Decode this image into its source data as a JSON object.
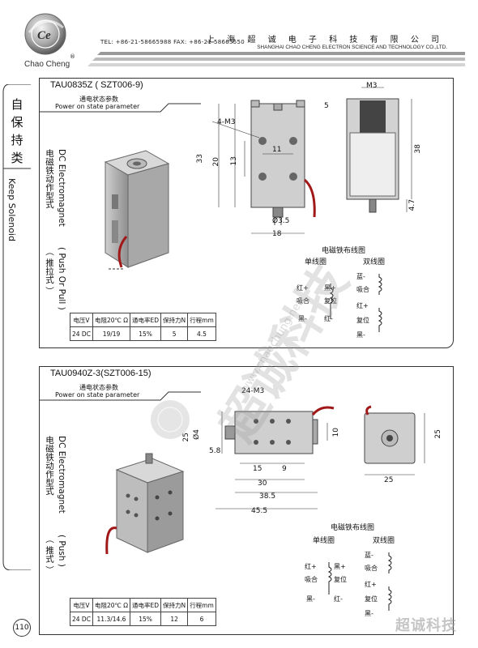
{
  "header": {
    "brand": "Chao Cheng",
    "contact": "TEL: +86-21-58665988   FAX: +86-21-58665550",
    "company_cn": "上 海 超 诚 电 子 科 技 有 限 公 司",
    "company_en": "SHANGHAI CHAO CHENG ELECTRON SCIENCE AND TECHNOLOGY CO.,LTD.",
    "logo_letters": "Ce",
    "reg_mark": "®"
  },
  "side": {
    "cn": [
      "自",
      "保",
      "持",
      "类"
    ],
    "en": "Keep Solenoid"
  },
  "page_number": "110",
  "watermark": {
    "cn": "超诚科技",
    "en": "www.chaochung.net"
  },
  "footer_brand": "超诚科技",
  "products": [
    {
      "model": "TAU0835Z ( SZT006-9)",
      "sub_cn": "通电状态参数",
      "sub_en": "Power on state parameter",
      "vertical_cn": "电磁铁动作型式",
      "vertical_en": "DC Electromagnet",
      "action_cn": "（ 推拉式 ）",
      "action_en": "( Push Or Pull )",
      "spec_headers": [
        "电压V",
        "电阻20℃ Ω",
        "通电率ED",
        "保持力N",
        "行程mm"
      ],
      "spec_values": [
        "24 DC",
        "19/19",
        "15%",
        "5",
        "4.5"
      ],
      "dims": {
        "m3_top": "M3",
        "d5": "5",
        "holes": "4-M3",
        "d11": "11",
        "d33": "33",
        "d20": "20",
        "d13": "13",
        "dia": "Ø3.5",
        "d18": "18",
        "d38": "38",
        "d47": "4.7"
      },
      "coil": {
        "title": "电磁铁布线图",
        "single": "单线圈",
        "double": "双线圈",
        "red_plus": "红+",
        "black_plus": "黑+",
        "suck": "吸合",
        "reset": "复位",
        "black_minus": "黑-",
        "red_minus": "红-",
        "blue_minus": "蓝-",
        "suck2": "吸合",
        "red_plus2": "红+",
        "reset2": "复位",
        "black_minus2": "黑-"
      }
    },
    {
      "model": "TAU0940Z-3(SZT006-15)",
      "sub_cn": "通电状态参数",
      "sub_en": "Power on state parameter",
      "vertical_cn": "电磁铁动作型式",
      "vertical_en": "DC Electromagnet",
      "action_cn": "（ 推式 ）",
      "action_en": "( Push )",
      "spec_headers": [
        "电压V",
        "电阻20℃ Ω",
        "通电率ED",
        "保持力N",
        "行程mm"
      ],
      "spec_values": [
        "24 DC",
        "11.3/14.6",
        "15%",
        "12",
        "6"
      ],
      "dims": {
        "holes": "24-M3",
        "d25": "25",
        "dia": "Ø4",
        "d10": "10",
        "d58": "5.8",
        "d15": "15",
        "d9": "9",
        "d30": "30",
        "d385": "38.5",
        "d455": "45.5",
        "d25b": "25",
        "d25c": "25"
      },
      "coil": {
        "title": "电磁铁布线图",
        "single": "单线圈",
        "double": "双线圈",
        "red_plus": "红+",
        "black_plus": "黑+",
        "suck": "吸合",
        "reset": "复位",
        "black_minus": "黑-",
        "red_minus": "红-",
        "blue_minus": "蓝-",
        "suck2": "吸合",
        "red_plus2": "红+",
        "reset2": "复位",
        "black_minus2": "黑-"
      }
    }
  ]
}
